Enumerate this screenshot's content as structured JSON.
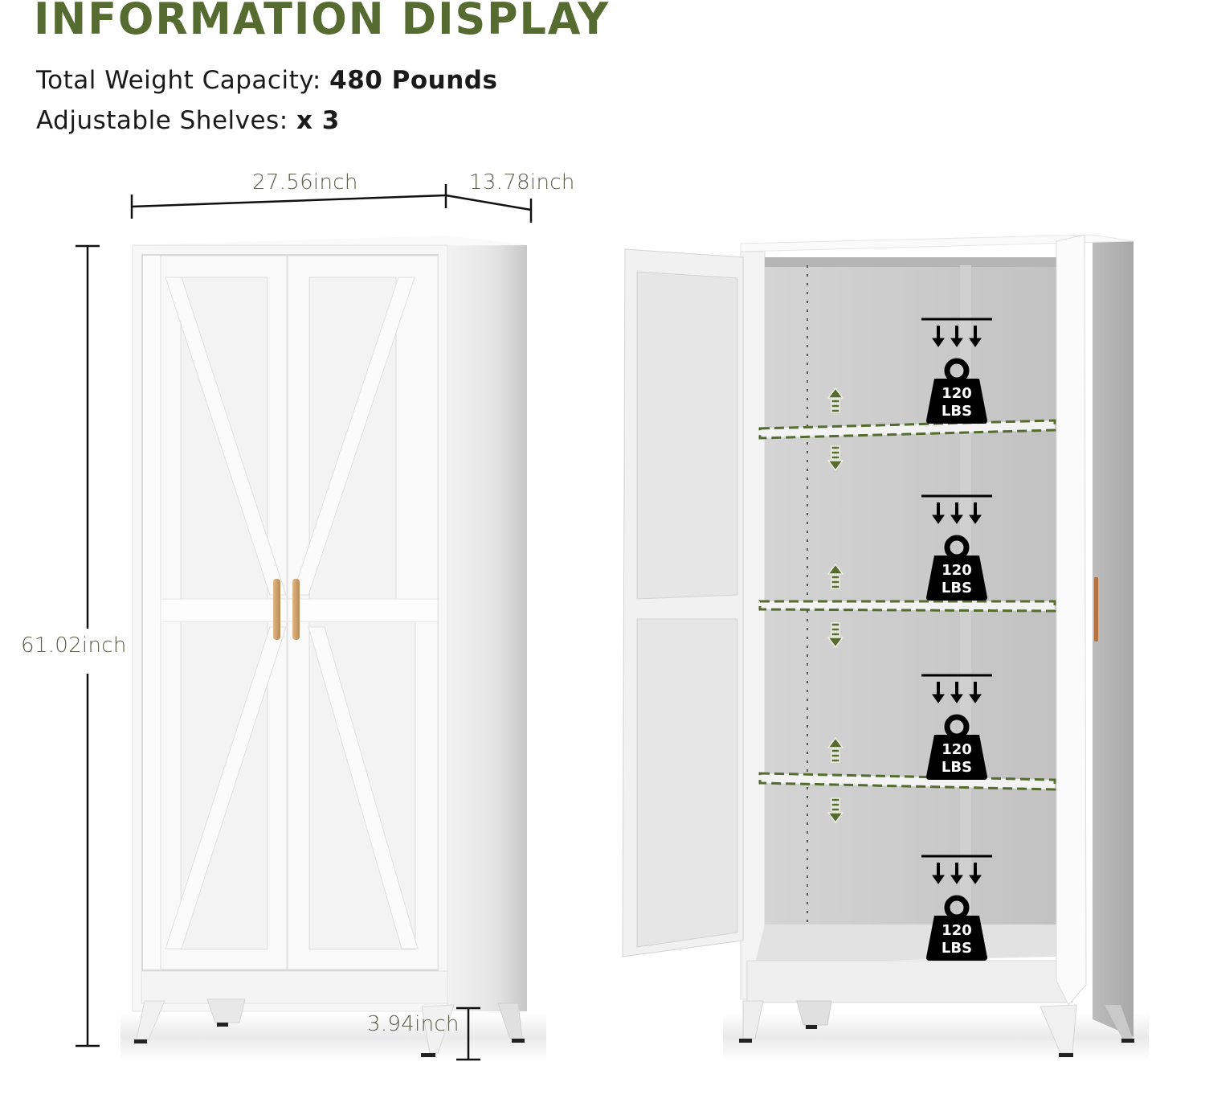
{
  "header": {
    "title": "INFORMATION DISPLAY",
    "specs": [
      {
        "label": "Total Weight Capacity:",
        "value": "480 Pounds"
      },
      {
        "label": "Adjustable Shelves:",
        "value": "x 3"
      }
    ]
  },
  "dimensions": {
    "width": "27.56inch",
    "depth": "13.78inch",
    "height": "61.02inch",
    "leg_height": "3.94inch"
  },
  "shelf_loads": [
    {
      "value": "120",
      "unit": "LBS"
    },
    {
      "value": "120",
      "unit": "LBS"
    },
    {
      "value": "120",
      "unit": "LBS"
    },
    {
      "value": "120",
      "unit": "LBS"
    }
  ],
  "colors": {
    "accent_green": "#556b2f",
    "text_dark": "#1a1a1a",
    "dimension_text": "#5b5e4a",
    "cabinet_white": "#f7f7f7",
    "interior_gray": "#c9c9c9",
    "handle_gold": "#c89a64",
    "weight_black": "#0a0a0a"
  }
}
